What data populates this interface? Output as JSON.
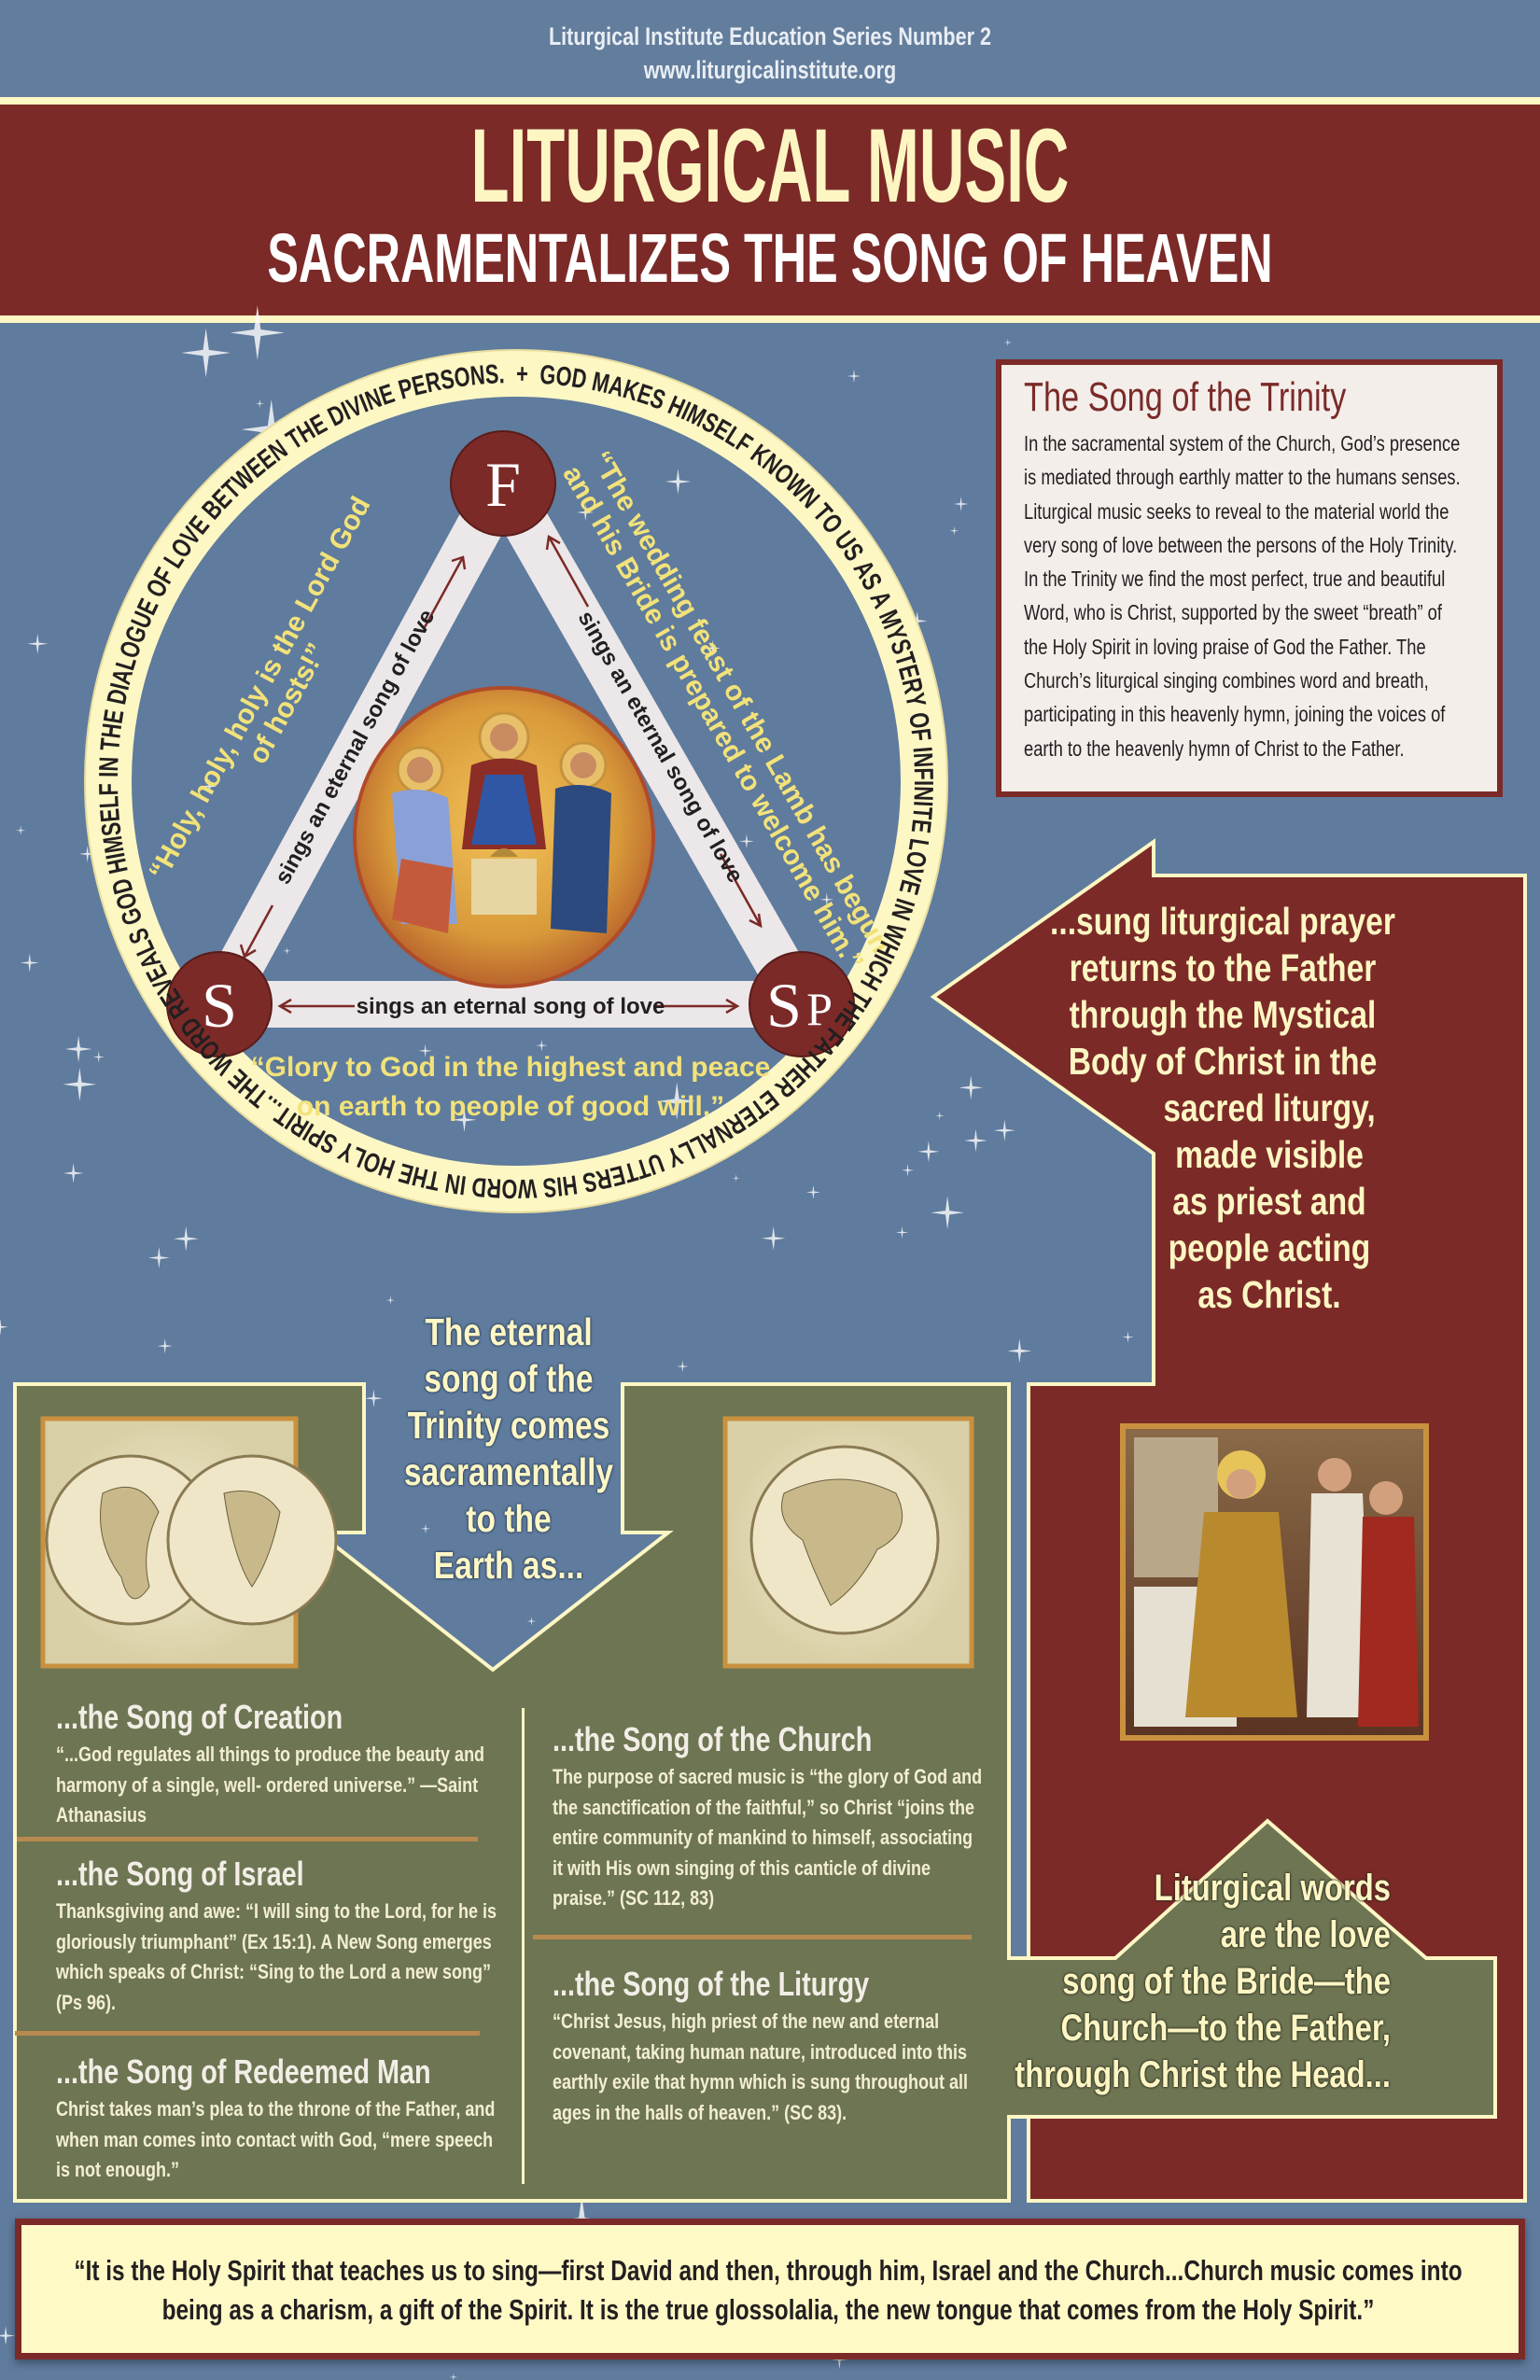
{
  "header": {
    "series": "Liturgical Institute Education Series Number 2",
    "website": "www.liturgicalinstitute.org",
    "title": "LITURGICAL MUSIC",
    "subtitle": "SACRAMENTALIZES THE SONG OF HEAVEN"
  },
  "colors": {
    "background_blue": "#5f7b9d",
    "banner_red": "#7b2a28",
    "cream": "#fdf7c4",
    "olive_green": "#6d7553",
    "gold_divider": "#b98a4f",
    "quote_yellow": "#f2e27a"
  },
  "ring": {
    "cross": "+",
    "text": "GOD MAKES HIMSELF KNOWN TO US AS A MYSTERY OF INFINITE LOVE IN WHICH THE FATHER ETERNALLY UTTERS HIS WORD IN THE HOLY SPIRIT...THE WORD REVEALS GOD HIMSELF IN THE DIALOGUE OF LOVE BETWEEN THE DIVINE PERSONS."
  },
  "triangle": {
    "nodes": {
      "father": "F",
      "son": "S",
      "spirit_s": "S",
      "spirit_p": "P"
    },
    "edge_left": "sings an eternal song of love",
    "edge_right": "sings an eternal song of love",
    "edge_bottom": "sings an eternal song of love",
    "quote_left": [
      "“Holy, holy, holy is the Lord God",
      "of hosts!”"
    ],
    "quote_right": [
      "“The wedding feast of the Lamb has begun",
      "and his Bride is prepared to welcome him.”"
    ],
    "quote_bottom": [
      "“Glory to God in the highest and peace",
      "on earth to people of good will.”"
    ]
  },
  "trinity_box": {
    "title": "The Song of the Trinity",
    "body": "In the sacramental system of the Church, God’s presence is mediated through earthly matter to the humans senses.  Liturgical music seeks to reveal to the material world the very song of love between the persons of the Holy Trinity. In the Trinity we find the most perfect, true and beautiful Word, who is Christ, supported by the sweet “breath” of the Holy Spirit in loving praise of God the Father. The Church’s liturgical singing combines word and breath, participating in this heavenly hymn, joining the voices of earth to the heavenly hymn of Christ to the Father."
  },
  "red_arrow": {
    "lines_a": [
      "...sung liturgical prayer",
      "returns to the Father",
      "through the Mystical",
      "Body of Christ in the"
    ],
    "lines_b": [
      "sacred liturgy,",
      "made visible",
      "as priest and",
      "people acting",
      "as Christ."
    ]
  },
  "down_arrow": {
    "lines": [
      "The eternal",
      "song of the",
      "Trinity comes",
      "sacramentally",
      "to the",
      "Earth as..."
    ]
  },
  "green_arrow": {
    "lines": [
      "Liturgical words",
      "are the love",
      "song of the Bride—the",
      "Church—to the Father,",
      "through Christ the Head..."
    ]
  },
  "songs": [
    {
      "title": "...the Song of Creation",
      "body": "“...God regulates all things to produce the beauty and harmony of a single, well- ordered universe.”  —Saint Athanasius"
    },
    {
      "title": "...the Song of Israel",
      "body": "Thanksgiving and awe: “I will sing to the Lord, for he is gloriously triumphant” (Ex 15:1). A New Song emerges which speaks of Christ: “Sing to the Lord a new song” (Ps 96)."
    },
    {
      "title": "...the Song of Redeemed Man",
      "body": "Christ takes man’s plea to the throne of the Father, and when man comes into contact with God, “mere speech is not enough.”"
    },
    {
      "title": "...the Song of the Church",
      "body": "The purpose of sacred music is “the glory of God and the sanctification of the faithful,” so Christ “joins the entire community of mankind to himself, associating it with His own singing of this canticle of divine praise.” (SC 112, 83)"
    },
    {
      "title": "...the Song of the Liturgy",
      "body": "“Christ Jesus, high priest of the new and eternal covenant, taking human nature, introduced into this earthly exile that hymn which is sung throughout all ages in the halls of heaven.” (SC 83)."
    }
  ],
  "footer_quote": "“It is the Holy Spirit that teaches us to sing—first David and then, through him, Israel and the Church...Church music comes into being as a charism, a gift of the Spirit. It is the true glossolalia, the new tongue that comes from the Holy Spirit.”"
}
